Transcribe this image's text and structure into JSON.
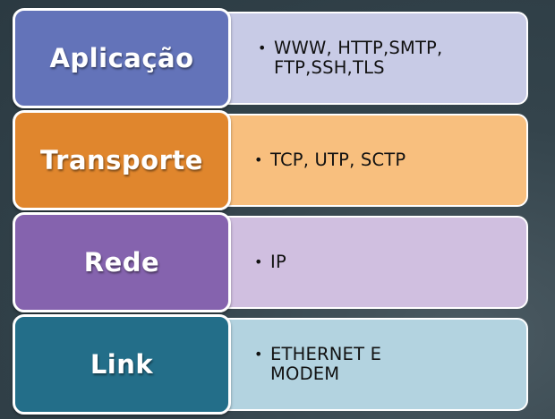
{
  "layers": [
    {
      "label": "Aplicação",
      "details": [
        "WWW, HTTP,SMTP, FTP,SSH,TLS"
      ],
      "label_color": "#6373b9",
      "detail_color": "#c8cbe6"
    },
    {
      "label": "Transporte",
      "details": [
        "TCP, UTP, SCTP"
      ],
      "label_color": "#e0862d",
      "detail_color": "#f8bf7e"
    },
    {
      "label": "Rede",
      "details": [
        "IP"
      ],
      "label_color": "#8563ae",
      "detail_color": "#d0bfe0"
    },
    {
      "label": "Link",
      "details": [
        "ETHERNET E MODEM"
      ],
      "label_color": "#236e89",
      "detail_color": "#b3d3e0"
    }
  ]
}
